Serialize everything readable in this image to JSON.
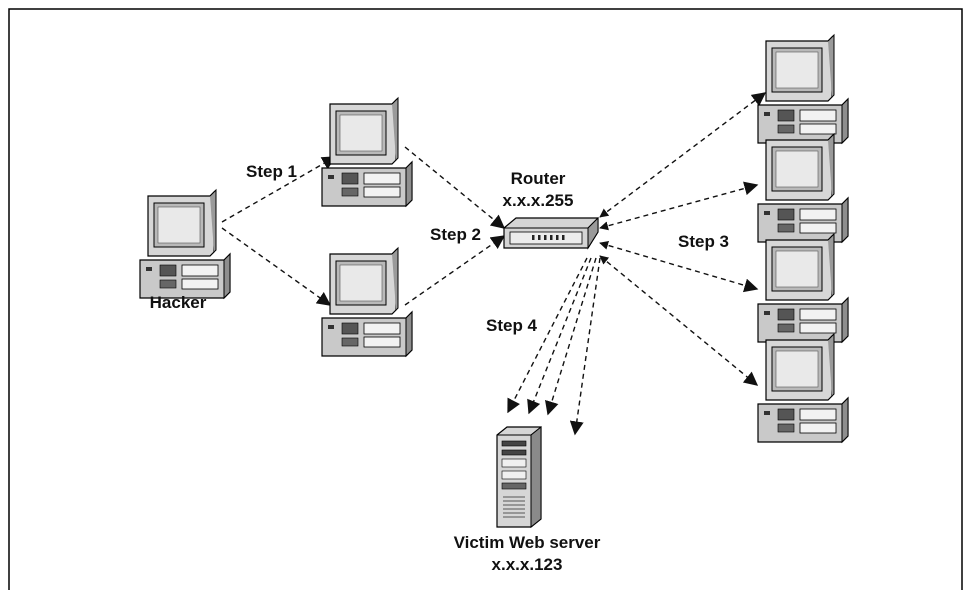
{
  "nodes": {
    "hacker": {
      "label": "Hacker"
    },
    "router": {
      "label": "Router",
      "address": "x.x.x.255"
    },
    "victim": {
      "label": "Victim Web server",
      "address": "x.x.x.123"
    }
  },
  "steps": {
    "step1": "Step 1",
    "step2": "Step 2",
    "step3": "Step 3",
    "step4": "Step 4"
  },
  "icons": {
    "computer": "desktop-computer-icon",
    "router": "router-icon",
    "server": "web-server-icon"
  },
  "colors": {
    "line": "#111111",
    "background": "#ffffff"
  }
}
